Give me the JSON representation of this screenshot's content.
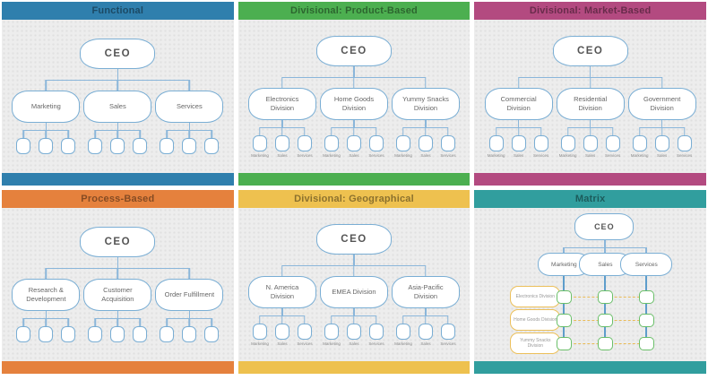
{
  "panels": [
    {
      "title": "Functional",
      "color": "#2f7fad",
      "root": "CEO",
      "children": [
        {
          "label": "Marketing"
        },
        {
          "label": "Sales"
        },
        {
          "label": "Services"
        }
      ]
    },
    {
      "title": "Divisional: Product-Based",
      "color": "#4caf50",
      "root": "CEO",
      "children": [
        {
          "label": "Electronics Division"
        },
        {
          "label": "Home Goods Division"
        },
        {
          "label": "Yummy Snacks Division"
        }
      ],
      "leaf_labels": [
        "Marketing",
        "Sales",
        "Services"
      ]
    },
    {
      "title": "Divisional: Market-Based",
      "color": "#b34a80",
      "root": "CEO",
      "children": [
        {
          "label": "Commercial Division"
        },
        {
          "label": "Residential Division"
        },
        {
          "label": "Government Division"
        }
      ],
      "leaf_labels": [
        "Marketing",
        "Sales",
        "Services"
      ]
    },
    {
      "title": "Process-Based",
      "color": "#e5813d",
      "root": "CEO",
      "children": [
        {
          "label": "Research & Development"
        },
        {
          "label": "Customer Acquisition"
        },
        {
          "label": "Order Fulfillment"
        }
      ]
    },
    {
      "title": "Divisional: Geographical",
      "color": "#eec14f",
      "root": "CEO",
      "children": [
        {
          "label": "N. America Division"
        },
        {
          "label": "EMEA Division"
        },
        {
          "label": "Asia-Pacific Division"
        }
      ],
      "leaf_labels": [
        "Marketing",
        "Sales",
        "Services"
      ]
    },
    {
      "title": "Matrix",
      "color": "#319e9e",
      "root": "CEO",
      "columns": [
        "Marketing",
        "Sales",
        "Services"
      ],
      "rows": [
        "Electronics Division",
        "Home Goods Division",
        "Yummy Snacks Division"
      ]
    }
  ],
  "colors": {
    "functional_header": "#2f7fad",
    "product_header": "#4caf50",
    "market_header": "#b34a80",
    "process_header": "#e5813d",
    "geographical_header": "#eec14f",
    "matrix_header": "#319e9e",
    "node_border": "#7aaed4",
    "connector": "#8ab6da",
    "matrix_row_border": "#ecc05b",
    "matrix_cell_border": "#6abf69",
    "matrix_dashed_connector": "#e9bb57"
  }
}
